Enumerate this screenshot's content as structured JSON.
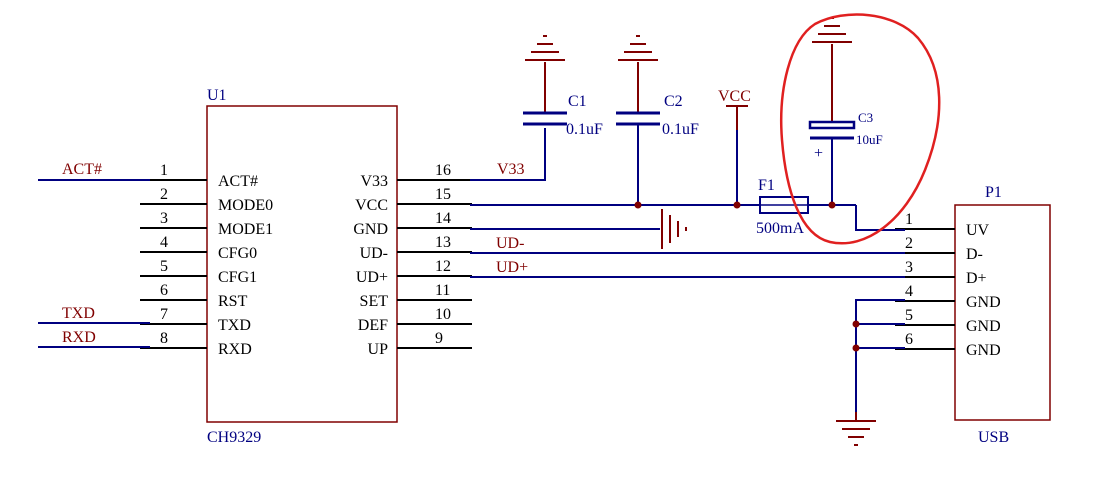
{
  "colors": {
    "wire": "#000080",
    "component": "#800000",
    "net_label": "#800000",
    "designator": "#000080",
    "pin_text": "#000000",
    "annotation": "#e02020"
  },
  "u1": {
    "designator": "U1",
    "part": "CH9329",
    "left_pins": [
      {
        "num": "1",
        "name": "ACT#"
      },
      {
        "num": "2",
        "name": "MODE0"
      },
      {
        "num": "3",
        "name": "MODE1"
      },
      {
        "num": "4",
        "name": "CFG0"
      },
      {
        "num": "5",
        "name": "CFG1"
      },
      {
        "num": "6",
        "name": "RST"
      },
      {
        "num": "7",
        "name": "TXD"
      },
      {
        "num": "8",
        "name": "RXD"
      }
    ],
    "right_pins": [
      {
        "num": "16",
        "name": "V33"
      },
      {
        "num": "15",
        "name": "VCC"
      },
      {
        "num": "14",
        "name": "GND"
      },
      {
        "num": "13",
        "name": "UD-"
      },
      {
        "num": "12",
        "name": "UD+"
      },
      {
        "num": "11",
        "name": "SET"
      },
      {
        "num": "10",
        "name": "DEF"
      },
      {
        "num": "9",
        "name": "UP"
      }
    ]
  },
  "p1": {
    "designator": "P1",
    "part": "USB",
    "pins": [
      {
        "num": "1",
        "name": "UV"
      },
      {
        "num": "2",
        "name": "D-"
      },
      {
        "num": "3",
        "name": "D+"
      },
      {
        "num": "4",
        "name": "GND"
      },
      {
        "num": "5",
        "name": "GND"
      },
      {
        "num": "6",
        "name": "GND"
      }
    ]
  },
  "net_labels": {
    "act": "ACT#",
    "txd": "TXD",
    "rxd": "RXD",
    "v33": "V33",
    "udm": "UD-",
    "udp": "UD+",
    "vcc": "VCC"
  },
  "c1": {
    "designator": "C1",
    "value": "0.1uF"
  },
  "c2": {
    "designator": "C2",
    "value": "0.1uF"
  },
  "c3": {
    "designator": "C3",
    "value": "10uF",
    "polarity": "+"
  },
  "f1": {
    "designator": "F1",
    "value": "500mA"
  }
}
